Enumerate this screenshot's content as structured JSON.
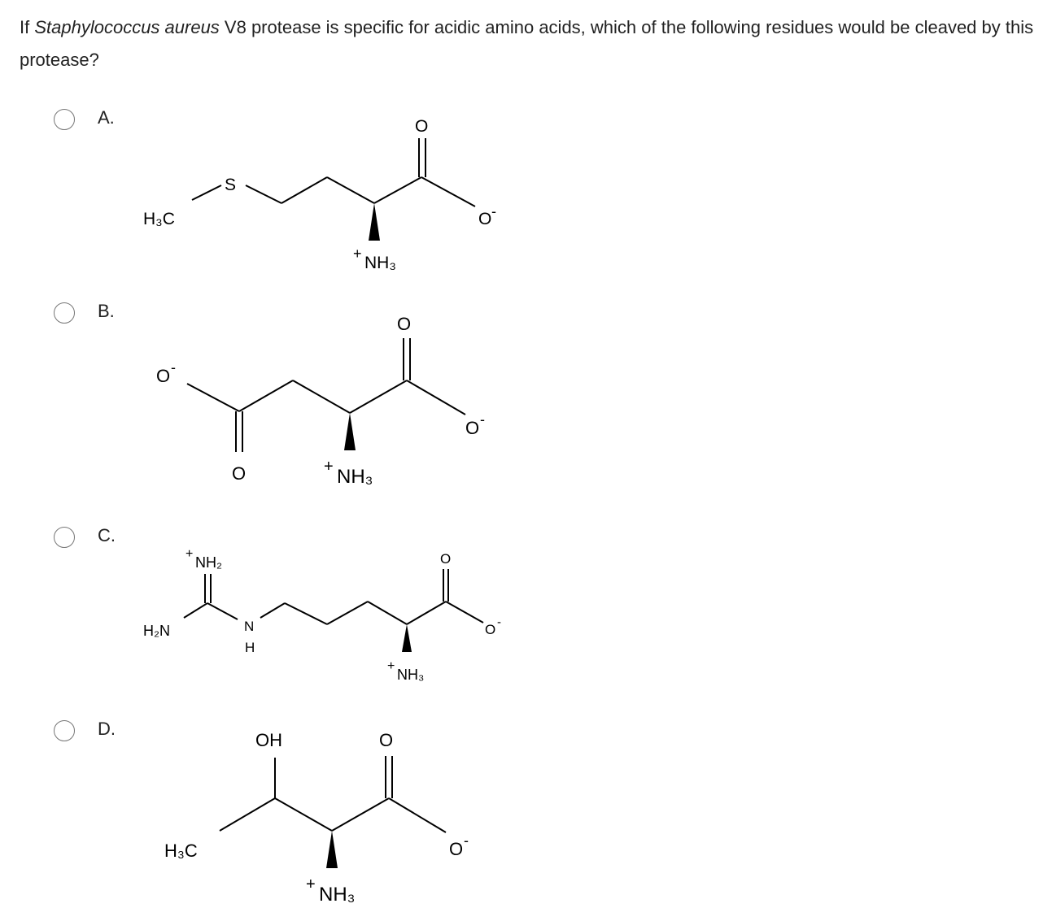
{
  "question": {
    "prefix": "If ",
    "organism": "Staphylococcus aureus",
    "suffix": " V8 protease is specific for acidic amino acids, which of the following residues would be cleaved by this protease?"
  },
  "options": [
    {
      "letter": "A.",
      "labels": {
        "h3c": "H₃C",
        "s": "S",
        "o_top": "O",
        "o_minus": "O",
        "nh3": "NH₃",
        "plus": "+",
        "minus": "-"
      }
    },
    {
      "letter": "B.",
      "labels": {
        "o_minus_left": "O",
        "o_bottom": "O",
        "o_top": "O",
        "o_minus_right": "O",
        "nh3": "NH₃",
        "plus": "+",
        "minus": "-"
      }
    },
    {
      "letter": "C.",
      "labels": {
        "nh2": "NH₂",
        "h2n": "H₂N",
        "n": "N",
        "h": "H",
        "o_top": "O",
        "o_minus": "O",
        "nh3": "NH₃",
        "plus": "+",
        "minus": "-"
      }
    },
    {
      "letter": "D.",
      "labels": {
        "oh": "OH",
        "o_top": "O",
        "h3c": "H₃C",
        "o_minus": "O",
        "nh3": "NH₃",
        "plus": "+",
        "minus": "-"
      }
    }
  ]
}
